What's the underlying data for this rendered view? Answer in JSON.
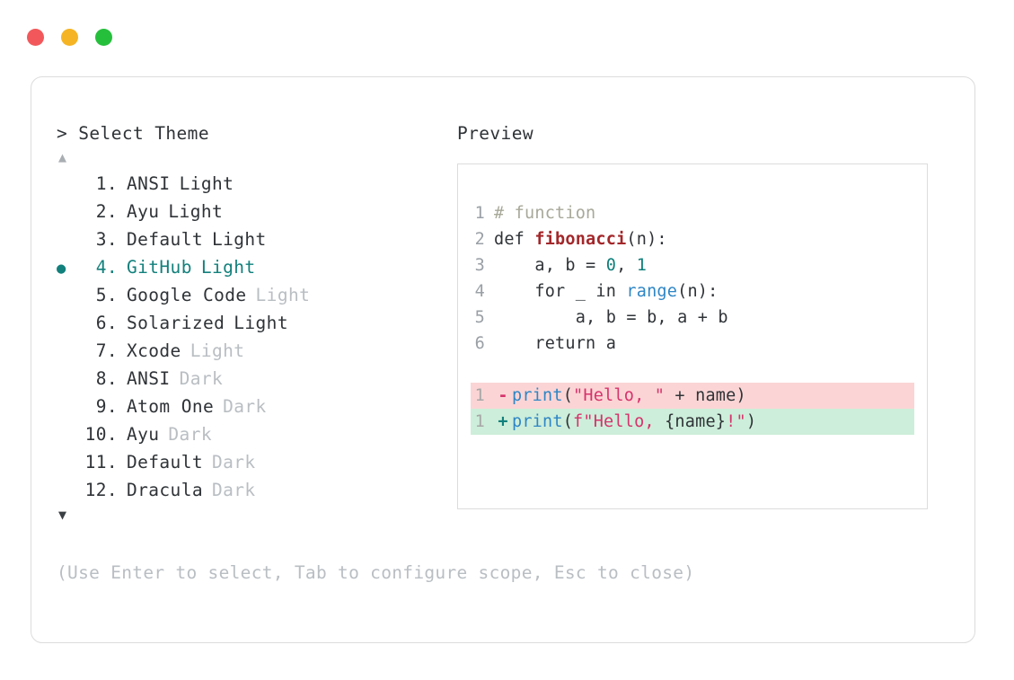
{
  "window": {
    "traffic_lights": [
      {
        "name": "close",
        "color": "#f2585b"
      },
      {
        "name": "minimize",
        "color": "#f5b423"
      },
      {
        "name": "maximize",
        "color": "#26bf3c"
      }
    ]
  },
  "prompt": {
    "marker": ">",
    "label": "Select Theme",
    "full": "> Select Theme"
  },
  "scroll": {
    "up_arrow": "▲",
    "down_arrow": "▼"
  },
  "selection": {
    "bullet": "●",
    "selected_index": 4,
    "accent": "#12807c"
  },
  "themes": [
    {
      "index": "1.",
      "name": "ANSI",
      "variant": "Light",
      "variant_dim": false,
      "selected": false
    },
    {
      "index": "2.",
      "name": "Ayu",
      "variant": "Light",
      "variant_dim": false,
      "selected": false
    },
    {
      "index": "3.",
      "name": "Default",
      "variant": "Light",
      "variant_dim": false,
      "selected": false
    },
    {
      "index": "4.",
      "name": "GitHub",
      "variant": "Light",
      "variant_dim": false,
      "selected": true
    },
    {
      "index": "5.",
      "name": "Google Code",
      "variant": "Light",
      "variant_dim": true,
      "selected": false
    },
    {
      "index": "6.",
      "name": "Solarized",
      "variant": "Light",
      "variant_dim": false,
      "selected": false
    },
    {
      "index": "7.",
      "name": "Xcode",
      "variant": "Light",
      "variant_dim": true,
      "selected": false
    },
    {
      "index": "8.",
      "name": "ANSI",
      "variant": "Dark",
      "variant_dim": true,
      "selected": false
    },
    {
      "index": "9.",
      "name": "Atom One",
      "variant": "Dark",
      "variant_dim": true,
      "selected": false
    },
    {
      "index": "10.",
      "name": "Ayu",
      "variant": "Dark",
      "variant_dim": true,
      "selected": false
    },
    {
      "index": "11.",
      "name": "Default",
      "variant": "Dark",
      "variant_dim": true,
      "selected": false
    },
    {
      "index": "12.",
      "name": "Dracula",
      "variant": "Dark",
      "variant_dim": true,
      "selected": false
    }
  ],
  "hint": "(Use Enter to select, Tab to configure scope, Esc to close)",
  "preview": {
    "label": "Preview",
    "code_lines": [
      {
        "ln": "1",
        "tokens": [
          {
            "t": "# function",
            "c": "comment"
          }
        ]
      },
      {
        "ln": "2",
        "tokens": [
          {
            "t": "def ",
            "c": "kw"
          },
          {
            "t": "fibonacci",
            "c": "fn"
          },
          {
            "t": "(n):",
            "c": "plain"
          }
        ]
      },
      {
        "ln": "3",
        "tokens": [
          {
            "t": "    a, b = ",
            "c": "plain"
          },
          {
            "t": "0",
            "c": "num"
          },
          {
            "t": ", ",
            "c": "plain"
          },
          {
            "t": "1",
            "c": "num"
          }
        ]
      },
      {
        "ln": "4",
        "tokens": [
          {
            "t": "    for _ in ",
            "c": "plain"
          },
          {
            "t": "range",
            "c": "builtin"
          },
          {
            "t": "(n):",
            "c": "plain"
          }
        ]
      },
      {
        "ln": "5",
        "tokens": [
          {
            "t": "        a, b = b, a + b",
            "c": "plain"
          }
        ]
      },
      {
        "ln": "6",
        "tokens": [
          {
            "t": "    return a",
            "c": "plain"
          }
        ]
      }
    ],
    "diff_lines": [
      {
        "ln": "1",
        "sign": "-",
        "kind": "del",
        "bg": "#fbd5d5",
        "tokens": [
          {
            "t": "print",
            "c": "builtin"
          },
          {
            "t": "(",
            "c": "plain"
          },
          {
            "t": "\"Hello, \"",
            "c": "str"
          },
          {
            "t": " + name)",
            "c": "plain"
          }
        ]
      },
      {
        "ln": "1",
        "sign": "+",
        "kind": "add",
        "bg": "#cdeeda",
        "tokens": [
          {
            "t": "print",
            "c": "builtin"
          },
          {
            "t": "(",
            "c": "plain"
          },
          {
            "t": "f\"Hello, ",
            "c": "str"
          },
          {
            "t": "{name}",
            "c": "plain"
          },
          {
            "t": "!\"",
            "c": "str"
          },
          {
            "t": ")",
            "c": "plain"
          }
        ]
      }
    ]
  }
}
